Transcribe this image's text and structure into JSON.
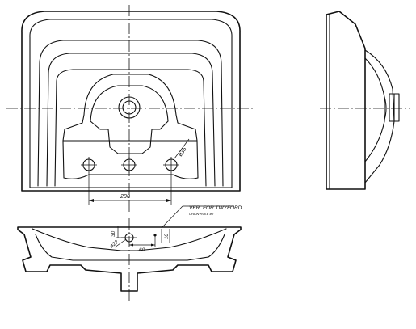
{
  "labels": {
    "dim_200": "200",
    "dim_30": "30",
    "dim_60": "60",
    "dim_10": "10",
    "dia_22": "ø22",
    "dia_35": "ø35",
    "note_line1": "VER. FOR TWYFORD",
    "note_line2": "CHAIN HOLE ø8"
  }
}
